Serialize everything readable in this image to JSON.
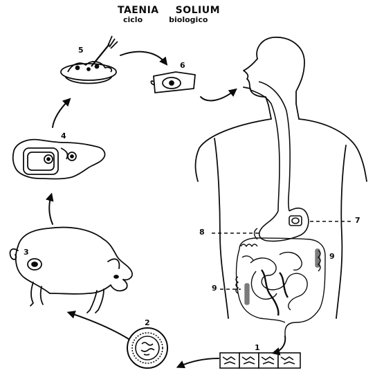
{
  "title": {
    "line1_left": "TAENIA",
    "line1_right": "SOLIUM",
    "line2_left": "ciclo",
    "line2_right": "biologico"
  },
  "labels": {
    "n1": "1",
    "n2": "2",
    "n3": "3",
    "n4": "4",
    "n5": "5",
    "n6": "6",
    "n7": "7",
    "n8": "8",
    "n9a": "9",
    "n9b": "9"
  }
}
